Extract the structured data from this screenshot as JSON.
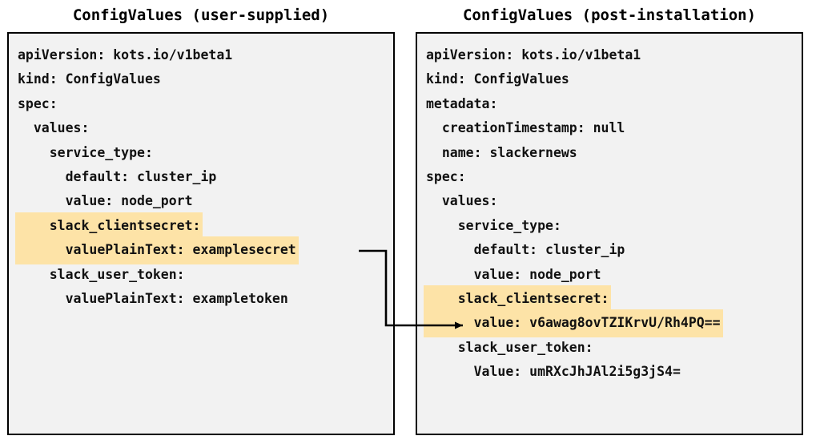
{
  "panels": {
    "left": {
      "title": "ConfigValues (user-supplied)",
      "lines": [
        {
          "text": "apiVersion: kots.io/v1beta1",
          "highlight": false
        },
        {
          "text": "kind: ConfigValues",
          "highlight": false
        },
        {
          "text": "spec:",
          "highlight": false
        },
        {
          "text": "  values:",
          "highlight": false
        },
        {
          "text": "    service_type:",
          "highlight": false
        },
        {
          "text": "      default: cluster_ip",
          "highlight": false
        },
        {
          "text": "      value: node_port",
          "highlight": false
        },
        {
          "text": "    slack_clientsecret:",
          "highlight": true
        },
        {
          "text": "      valuePlainText: examplesecret",
          "highlight": true
        },
        {
          "text": "    slack_user_token:",
          "highlight": false
        },
        {
          "text": "      valuePlainText: exampletoken",
          "highlight": false
        }
      ]
    },
    "right": {
      "title": "ConfigValues (post-installation)",
      "lines": [
        {
          "text": "apiVersion: kots.io/v1beta1",
          "highlight": false
        },
        {
          "text": "kind: ConfigValues",
          "highlight": false
        },
        {
          "text": "metadata:",
          "highlight": false
        },
        {
          "text": "  creationTimestamp: null",
          "highlight": false
        },
        {
          "text": "  name: slackernews",
          "highlight": false
        },
        {
          "text": "spec:",
          "highlight": false
        },
        {
          "text": "  values:",
          "highlight": false
        },
        {
          "text": "    service_type:",
          "highlight": false
        },
        {
          "text": "      default: cluster_ip",
          "highlight": false
        },
        {
          "text": "      value: node_port",
          "highlight": false
        },
        {
          "text": "    slack_clientsecret:",
          "highlight": true
        },
        {
          "text": "      value: v6awag8ovTZIKrvU/Rh4PQ==",
          "highlight": true
        },
        {
          "text": "    slack_user_token:",
          "highlight": false
        },
        {
          "text": "      Value: umRXcJhJAl2i5g3jS4=",
          "highlight": false
        }
      ]
    }
  },
  "connector": {
    "label": "encrypted-value-mapping-arrow",
    "from_line": "      valuePlainText: examplesecret",
    "to_line": "      value: v6awag8ovTZIKrvU/Rh4PQ==",
    "color": "#000000"
  },
  "colors": {
    "highlight": "#fde3a7",
    "panel_background": "#f2f2f2",
    "panel_border": "#000000",
    "text": "#111111",
    "page_background": "#ffffff"
  }
}
